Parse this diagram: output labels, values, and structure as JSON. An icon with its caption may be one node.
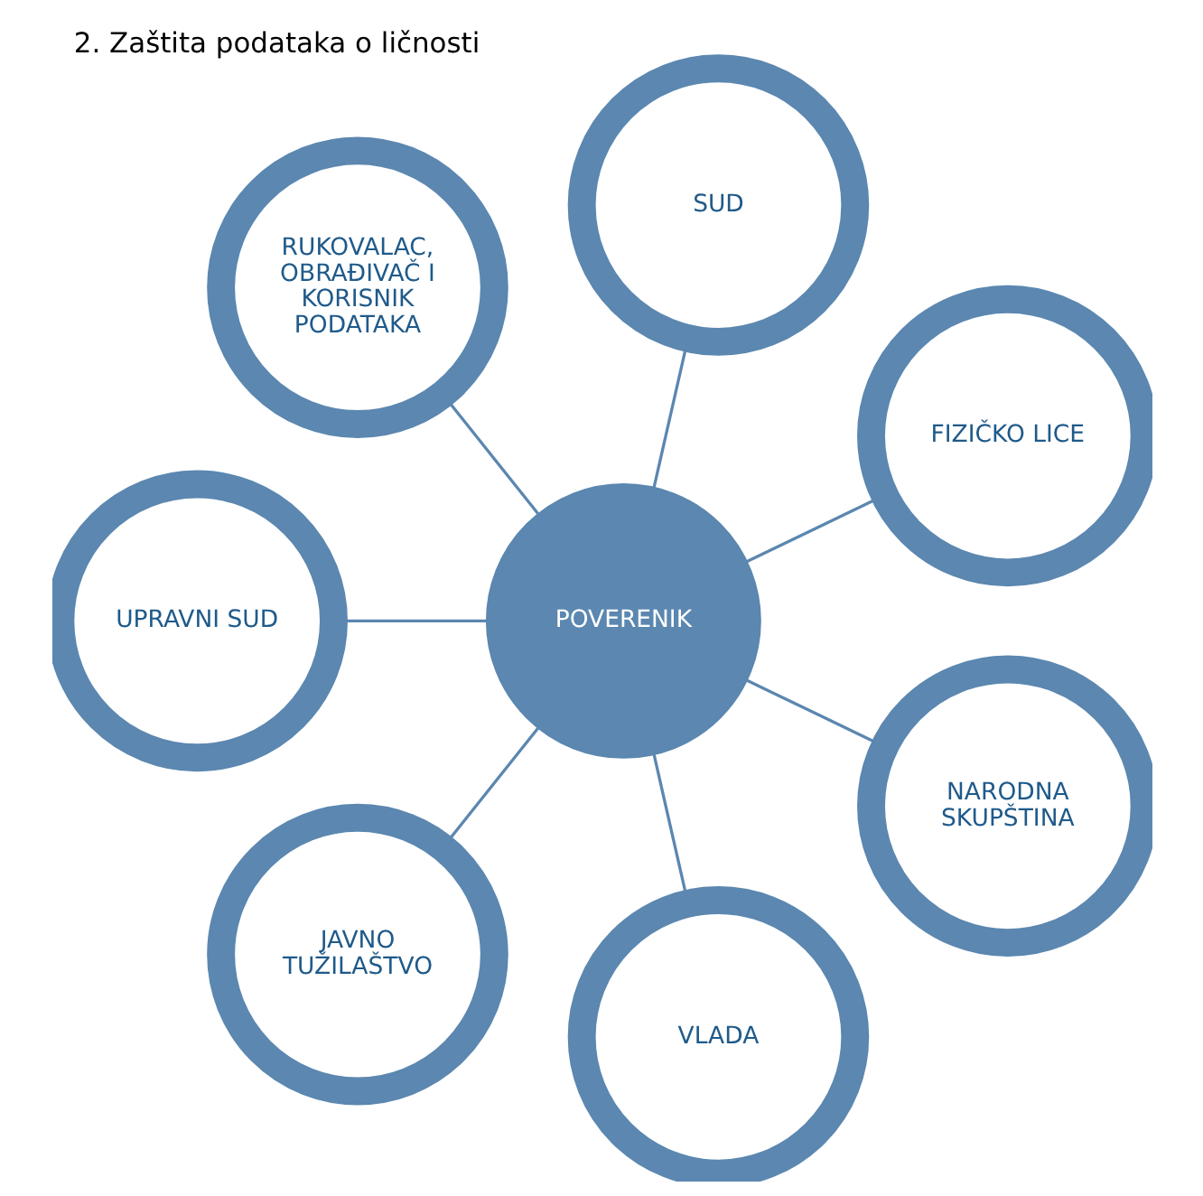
{
  "diagram": {
    "title": "2. Zaštita podataka o ličnosti",
    "nodes": [
      {
        "text": [
          "FIZIČKO LICE"
        ]
      },
      {
        "text": [
          "SUD"
        ]
      },
      {
        "text": [
          "RUKOVALAC, OBRAĐIVAČ I KORISNIK PODATAKA"
        ]
      },
      {
        "text": [
          "POVERENIK"
        ]
      },
      {
        "text": [
          "UPRAVNI SUD"
        ]
      },
      {
        "text": [
          "JAVNO TUŽILAŠTVO"
        ]
      },
      {
        "text": [
          "VLADA"
        ]
      },
      {
        "text": [
          "NARODNA SKUPŠTINA"
        ]
      }
    ],
    "edges": [
      {
        "from": 3,
        "to": 0,
        "arrow": "none"
      },
      {
        "from": 3,
        "to": 2,
        "arrow": "none"
      },
      {
        "from": 3,
        "to": 4,
        "arrow": "none"
      },
      {
        "from": 3,
        "to": 7,
        "arrow": "none"
      },
      {
        "from": 3,
        "to": 6,
        "arrow": "none"
      },
      {
        "from": 3,
        "to": 5,
        "arrow": "none"
      },
      {
        "from": 3,
        "to": 1,
        "arrow": "none"
      }
    ]
  }
}
